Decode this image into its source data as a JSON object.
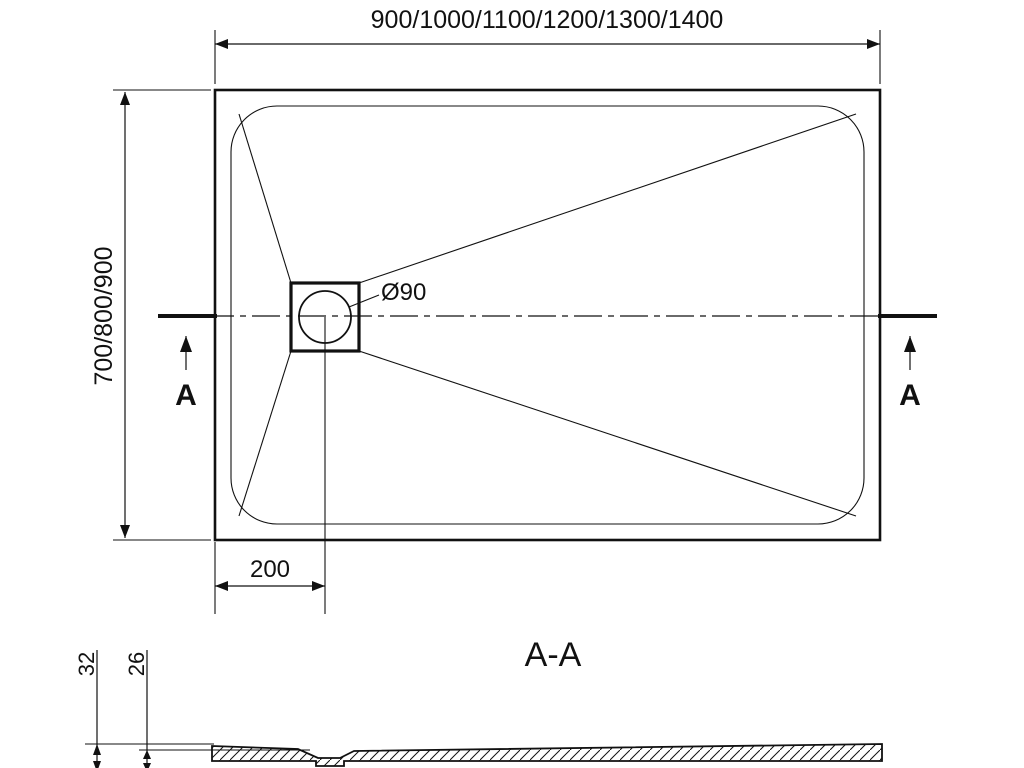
{
  "colors": {
    "line": "#111111",
    "background": "#ffffff"
  },
  "top_view": {
    "width_dimension": "900/1000/1100/1200/1300/1400",
    "depth_dimension": "700/800/900",
    "drain_diameter": "Ø90",
    "drain_offset_dimension": "200",
    "section_marker_left": "A",
    "section_marker_right": "A"
  },
  "section_view": {
    "title": "A-A",
    "total_height": "32",
    "base_height": "26"
  }
}
